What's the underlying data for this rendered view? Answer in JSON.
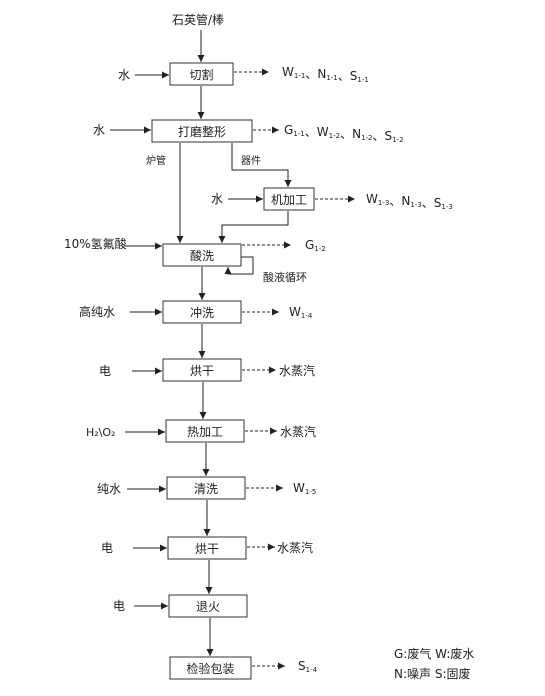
{
  "input": "石英管/棒",
  "steps": {
    "cut": "切割",
    "grind": "打磨整形",
    "machining": "机加工",
    "acid_wash": "酸洗",
    "rinse": "冲洗",
    "dry1": "烘干",
    "heat": "热加工",
    "clean": "清洗",
    "dry2": "烘干",
    "anneal": "退火",
    "pack": "检验包装"
  },
  "inputs": {
    "cut": "水",
    "grind": "水",
    "machining": "水",
    "acid_wash": "10%氢氟酸",
    "rinse": "高纯水",
    "dry1": "电",
    "heat": "H₂\\O₂",
    "clean": "纯水",
    "dry2": "电",
    "anneal": "电"
  },
  "branches": {
    "furnace_tube": "炉管",
    "vessel": "器件",
    "acid_loop": "酸液循环"
  },
  "outputs": {
    "cut": [
      {
        "b": "W",
        "s": "1-1"
      },
      {
        "b": "N",
        "s": "1-1"
      },
      {
        "b": "S",
        "s": "1-1"
      }
    ],
    "grind": [
      {
        "b": "G",
        "s": "1-1"
      },
      {
        "b": "W",
        "s": "1-2"
      },
      {
        "b": "N",
        "s": "1-2"
      },
      {
        "b": "S",
        "s": "1-2"
      }
    ],
    "machining": [
      {
        "b": "W",
        "s": "1-3"
      },
      {
        "b": "N",
        "s": "1-3"
      },
      {
        "b": "S",
        "s": "1-3"
      }
    ],
    "acid_wash": [
      {
        "b": "G",
        "s": "1-2"
      }
    ],
    "rinse": [
      {
        "b": "W",
        "s": "1-4"
      }
    ],
    "dry1": "水蒸汽",
    "heat": "水蒸汽",
    "clean": [
      {
        "b": "W",
        "s": "1-5"
      }
    ],
    "dry2": "水蒸汽",
    "pack": [
      {
        "b": "S",
        "s": "1-4"
      }
    ]
  },
  "separator": "、",
  "legend": {
    "line1": "G:废气  W:废水",
    "line2": "N:噪声  S:固废"
  }
}
